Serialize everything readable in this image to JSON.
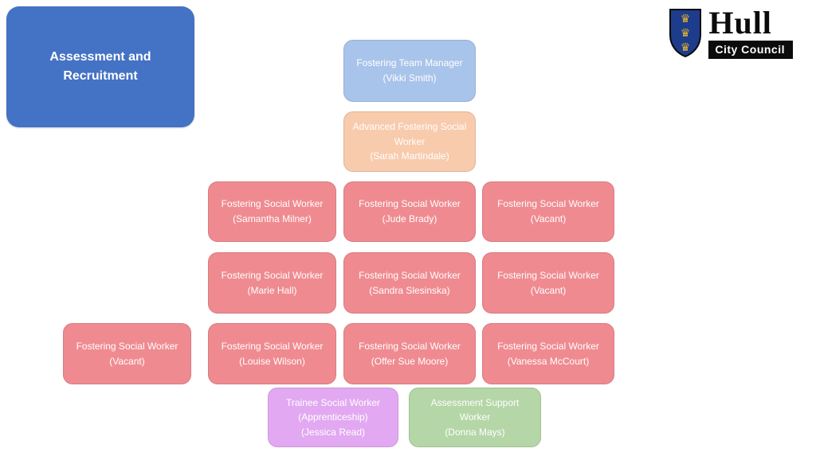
{
  "slide": {
    "title_card": {
      "text": "Assessment and\nRecruitment",
      "bg": "#4472c4"
    },
    "logo": {
      "name": "Hull",
      "subtitle": "City Council",
      "crown_glyph": "♛",
      "shield_color": "#1e3c8c",
      "crown_color": "#e8b430"
    },
    "colors": {
      "manager": "#a9c4ea",
      "advanced_worker": "#f8cbad",
      "social_worker": "#ef8b90",
      "trainee": "#e2a9f2",
      "support_worker": "#b5d6a7"
    },
    "org_chart": {
      "nodes": [
        {
          "role": "Fostering Team Manager",
          "person": "Vikki Smith",
          "text": "Fostering Team Manager\n(Vikki Smith)",
          "bg": "#a9c4ea"
        },
        {
          "role": "Advanced Fostering Social Worker",
          "person": "Sarah Martindale",
          "text": "Advanced Fostering Social\nWorker\n(Sarah Martindale)",
          "bg": "#f8cbad"
        },
        {
          "role": "Fostering Social Worker",
          "person": "Samantha Milner",
          "text": "Fostering Social Worker\n(Samantha Milner)",
          "bg": "#ef8b90"
        },
        {
          "role": "Fostering Social Worker",
          "person": "Jude Brady",
          "text": "Fostering Social Worker\n(Jude Brady)",
          "bg": "#ef8b90"
        },
        {
          "role": "Fostering Social Worker",
          "person": "Vacant",
          "text": "Fostering Social Worker\n(Vacant)",
          "bg": "#ef8b90"
        },
        {
          "role": "Fostering Social Worker",
          "person": "Marie Hall",
          "text": "Fostering Social Worker\n(Marie Hall)",
          "bg": "#ef8b90"
        },
        {
          "role": "Fostering Social Worker",
          "person": "Sandra Slesinska",
          "text": "Fostering Social Worker\n(Sandra Slesinska)",
          "bg": "#ef8b90"
        },
        {
          "role": "Fostering Social Worker",
          "person": "Vacant",
          "text": "Fostering Social Worker\n(Vacant)",
          "bg": "#ef8b90"
        },
        {
          "role": "Fostering Social Worker",
          "person": "Vacant",
          "text": "Fostering Social Worker\n(Vacant)",
          "bg": "#ef8b90"
        },
        {
          "role": "Fostering Social Worker",
          "person": "Louise Wilson",
          "text": "Fostering Social Worker\n(Louise Wilson)",
          "bg": "#ef8b90"
        },
        {
          "role": "Fostering Social Worker",
          "person": "Offer Sue Moore",
          "text": "Fostering Social Worker\n(Offer Sue Moore)",
          "bg": "#ef8b90"
        },
        {
          "role": "Fostering Social Worker",
          "person": "Vanessa McCourt",
          "text": "Fostering Social Worker\n(Vanessa McCourt)",
          "bg": "#ef8b90"
        },
        {
          "role": "Trainee Social Worker (Apprenticeship)",
          "person": "Jessica Read",
          "text": "Trainee Social Worker\n(Apprenticeship)\n(Jessica Read)",
          "bg": "#e2a9f2"
        },
        {
          "role": "Assessment Support Worker",
          "person": "Donna Mays",
          "text": "Assessment Support\nWorker\n(Donna Mays)",
          "bg": "#b5d6a7"
        }
      ]
    }
  }
}
